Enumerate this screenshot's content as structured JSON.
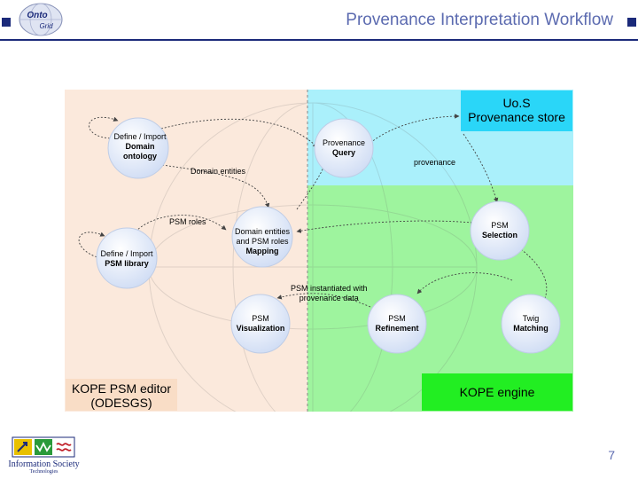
{
  "header": {
    "title": "Provenance Interpretation Workflow",
    "logo_text_top": "Onto",
    "logo_text_bottom": "Grid"
  },
  "diagram": {
    "regions": {
      "editor_label": "KOPE PSM editor (ODESGS)",
      "editor_label_line1": "KOPE PSM editor",
      "editor_label_line2": "(ODESGS)",
      "store_label_line1": "Uo.S",
      "store_label_line2": "Provenance store",
      "engine_label": "KOPE engine"
    },
    "nodes": {
      "domain_ontology": {
        "line1": "Define / Import",
        "line2": "Domain",
        "line3": "ontology"
      },
      "psm_library": {
        "line1": "Define / Import",
        "line2": "PSM library"
      },
      "mapping": {
        "line1": "Domain entities",
        "line2": "and PSM roles",
        "line3": "Mapping"
      },
      "visualization": {
        "line1": "PSM",
        "line2": "Visualization"
      },
      "provenance_query": {
        "line1": "Provenance",
        "line2": "Query"
      },
      "selection": {
        "line1": "PSM",
        "line2": "Selection"
      },
      "refinement": {
        "line1": "PSM",
        "line2": "Refinement"
      },
      "twig_matching": {
        "line1": "Twig",
        "line2": "Matching"
      }
    },
    "flows": {
      "domain_entities": "Domain entities",
      "psm_roles": "PSM roles",
      "provenance": "provenance",
      "psm_instantiated_line1": "PSM instantiated with",
      "psm_instantiated_line2": "provenance data"
    },
    "colors": {
      "editor_bg": "#fbe9dc",
      "store_bg": "#aaf0fb",
      "engine_bg": "#9ef49e",
      "store_box": "#2ad6f8",
      "engine_box": "#22ee22",
      "editor_box": "#f9ddc6",
      "node_fill": "#d8e6fb"
    }
  },
  "footer": {
    "page_number": "7",
    "ist_title": "Information Society",
    "ist_subtitle": "Technologies"
  }
}
